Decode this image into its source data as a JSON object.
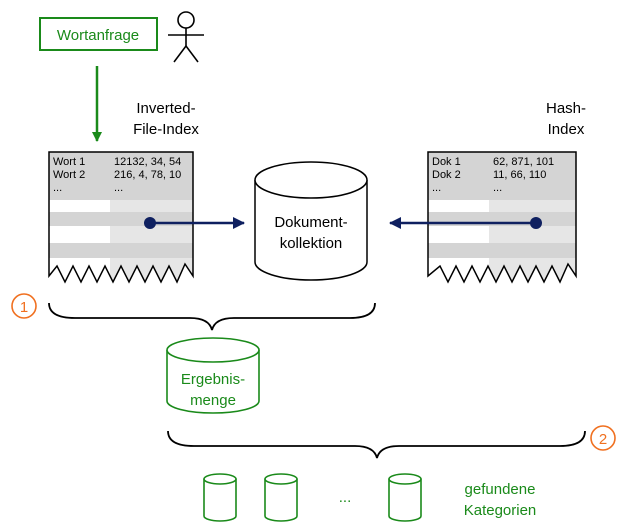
{
  "query": {
    "label": "Wortanfrage"
  },
  "inverted_index": {
    "title_lines": [
      "Inverted-",
      "File-Index"
    ],
    "rows": [
      {
        "key": "Wort 1",
        "value": "12132, 34, 54"
      },
      {
        "key": "Wort 2",
        "value": "216, 4, 78, 10"
      },
      {
        "key": "...",
        "value": "..."
      }
    ]
  },
  "hash_index": {
    "title_lines": [
      "Hash-",
      "Index"
    ],
    "rows": [
      {
        "key": "Dok 1",
        "value": "62, 871, 101"
      },
      {
        "key": "Dok 2",
        "value": "11, 66, 110"
      },
      {
        "key": "...",
        "value": "..."
      }
    ]
  },
  "collection": {
    "lines": [
      "Dokument-",
      "kollektion"
    ]
  },
  "result": {
    "lines": [
      "Ergebnis-",
      "menge"
    ]
  },
  "steps": [
    "1",
    "2"
  ],
  "categories": {
    "ellipsis": "...",
    "lines": [
      "gefundene",
      "Kategorien"
    ]
  },
  "colors": {
    "green": "#1a8a1a",
    "navy": "#0f2060",
    "orange": "#f07020",
    "gray_dark": "#d4d4d4",
    "gray_light": "#e6e6e6"
  }
}
